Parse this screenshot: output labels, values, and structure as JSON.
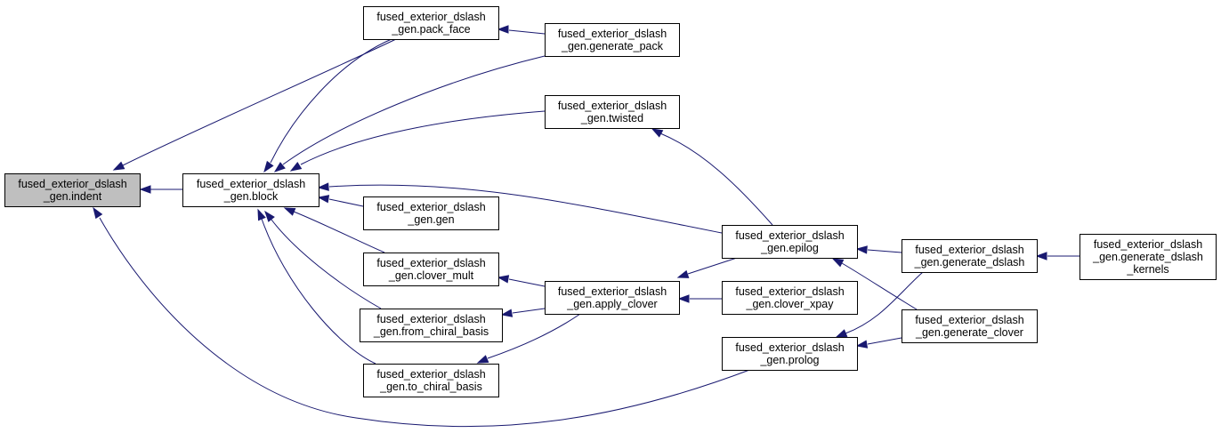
{
  "diagram": {
    "type": "call-graph",
    "colors": {
      "edge": "#191970",
      "node_fill": "#ffffff",
      "highlight_fill": "#bfbfbf",
      "border": "#000000"
    },
    "nodes": [
      {
        "id": "indent",
        "lines": [
          "fused_exterior_dslash",
          "_gen.indent"
        ],
        "highlighted": true
      },
      {
        "id": "block",
        "lines": [
          "fused_exterior_dslash",
          "_gen.block"
        ]
      },
      {
        "id": "pack_face",
        "lines": [
          "fused_exterior_dslash",
          "_gen.pack_face"
        ]
      },
      {
        "id": "generate_pack",
        "lines": [
          "fused_exterior_dslash",
          "_gen.generate_pack"
        ]
      },
      {
        "id": "twisted",
        "lines": [
          "fused_exterior_dslash",
          "_gen.twisted"
        ]
      },
      {
        "id": "gen",
        "lines": [
          "fused_exterior_dslash",
          "_gen.gen"
        ]
      },
      {
        "id": "clover_mult",
        "lines": [
          "fused_exterior_dslash",
          "_gen.clover_mult"
        ]
      },
      {
        "id": "from_chiral_basis",
        "lines": [
          "fused_exterior_dslash",
          "_gen.from_chiral_basis"
        ]
      },
      {
        "id": "to_chiral_basis",
        "lines": [
          "fused_exterior_dslash",
          "_gen.to_chiral_basis"
        ]
      },
      {
        "id": "apply_clover",
        "lines": [
          "fused_exterior_dslash",
          "_gen.apply_clover"
        ]
      },
      {
        "id": "epilog",
        "lines": [
          "fused_exterior_dslash",
          "_gen.epilog"
        ]
      },
      {
        "id": "clover_xpay",
        "lines": [
          "fused_exterior_dslash",
          "_gen.clover_xpay"
        ]
      },
      {
        "id": "prolog",
        "lines": [
          "fused_exterior_dslash",
          "_gen.prolog"
        ]
      },
      {
        "id": "generate_dslash",
        "lines": [
          "fused_exterior_dslash",
          "_gen.generate_dslash"
        ]
      },
      {
        "id": "generate_clover",
        "lines": [
          "fused_exterior_dslash",
          "_gen.generate_clover"
        ]
      },
      {
        "id": "generate_dslash_kernels",
        "lines": [
          "fused_exterior_dslash",
          "_gen.generate_dslash",
          "_kernels"
        ]
      }
    ],
    "edges": [
      {
        "from": "block",
        "to": "indent"
      },
      {
        "from": "pack_face",
        "to": "indent"
      },
      {
        "from": "prolog",
        "to": "indent"
      },
      {
        "from": "pack_face",
        "to": "block"
      },
      {
        "from": "generate_pack",
        "to": "block"
      },
      {
        "from": "twisted",
        "to": "block"
      },
      {
        "from": "epilog",
        "to": "block"
      },
      {
        "from": "gen",
        "to": "block"
      },
      {
        "from": "clover_mult",
        "to": "block"
      },
      {
        "from": "from_chiral_basis",
        "to": "block"
      },
      {
        "from": "to_chiral_basis",
        "to": "block"
      },
      {
        "from": "generate_pack",
        "to": "pack_face"
      },
      {
        "from": "epilog",
        "to": "twisted"
      },
      {
        "from": "apply_clover",
        "to": "clover_mult"
      },
      {
        "from": "apply_clover",
        "to": "from_chiral_basis"
      },
      {
        "from": "apply_clover",
        "to": "to_chiral_basis"
      },
      {
        "from": "epilog",
        "to": "apply_clover"
      },
      {
        "from": "clover_xpay",
        "to": "apply_clover"
      },
      {
        "from": "generate_dslash",
        "to": "epilog"
      },
      {
        "from": "generate_clover",
        "to": "epilog"
      },
      {
        "from": "generate_dslash",
        "to": "prolog"
      },
      {
        "from": "generate_clover",
        "to": "prolog"
      },
      {
        "from": "generate_dslash_kernels",
        "to": "generate_dslash"
      }
    ]
  }
}
